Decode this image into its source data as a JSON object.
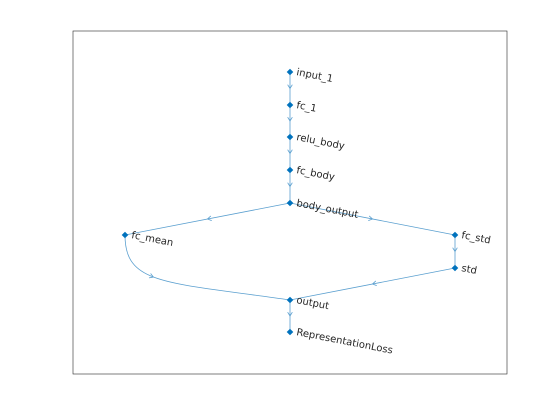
{
  "graph": {
    "nodes": [
      {
        "id": "input_1",
        "label": "input_1"
      },
      {
        "id": "fc_1",
        "label": "fc_1"
      },
      {
        "id": "relu_body",
        "label": "relu_body"
      },
      {
        "id": "fc_body",
        "label": "fc_body"
      },
      {
        "id": "body_output",
        "label": "body_output"
      },
      {
        "id": "fc_mean",
        "label": "fc_mean"
      },
      {
        "id": "fc_std",
        "label": "fc_std"
      },
      {
        "id": "std",
        "label": "std"
      },
      {
        "id": "output",
        "label": "output"
      },
      {
        "id": "RepresentationLoss",
        "label": "RepresentationLoss"
      }
    ],
    "edges": [
      {
        "from": "input_1",
        "to": "fc_1"
      },
      {
        "from": "fc_1",
        "to": "relu_body"
      },
      {
        "from": "relu_body",
        "to": "fc_body"
      },
      {
        "from": "fc_body",
        "to": "body_output"
      },
      {
        "from": "body_output",
        "to": "fc_mean"
      },
      {
        "from": "body_output",
        "to": "fc_std"
      },
      {
        "from": "fc_std",
        "to": "std"
      },
      {
        "from": "fc_mean",
        "to": "output"
      },
      {
        "from": "std",
        "to": "output"
      },
      {
        "from": "output",
        "to": "RepresentationLoss"
      }
    ]
  },
  "colors": {
    "node": "#0072bd",
    "edge": "#5a9fcf",
    "axes_frame": "#262626",
    "background": "#ffffff",
    "label": "#262626"
  }
}
